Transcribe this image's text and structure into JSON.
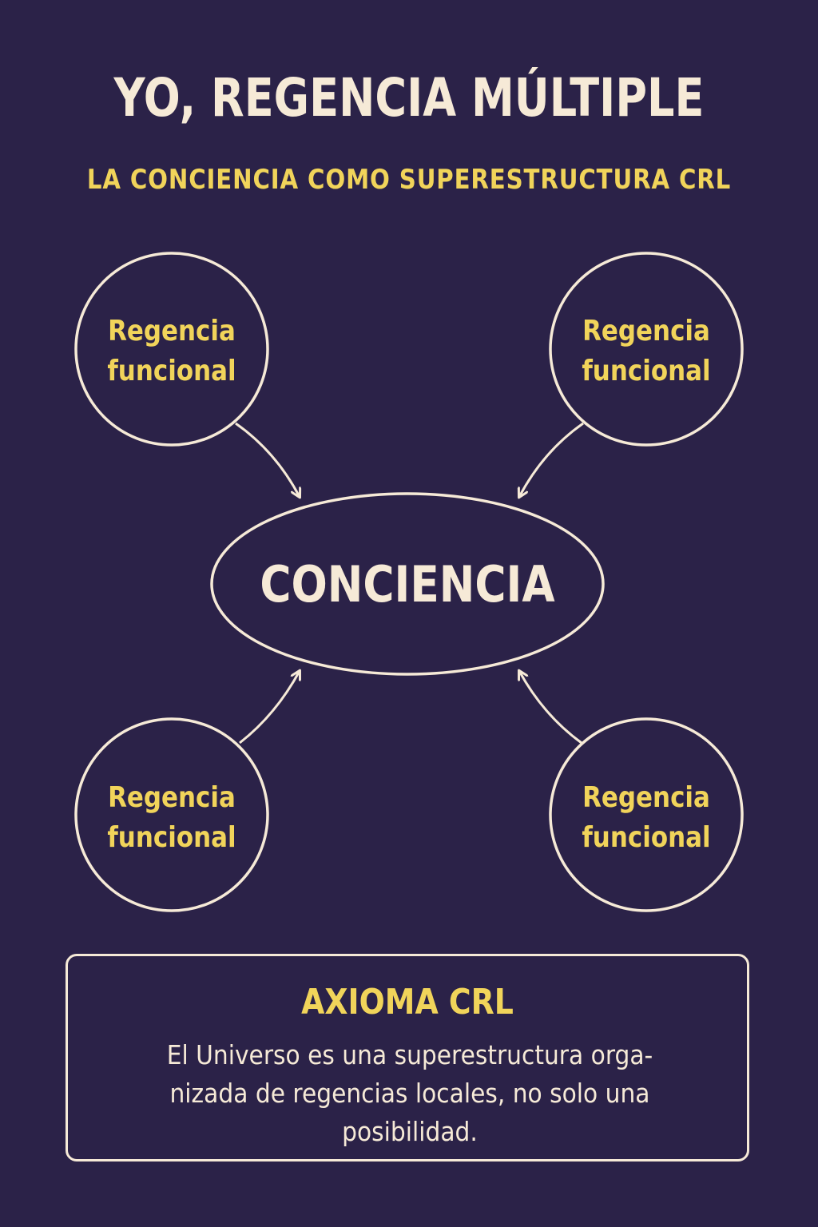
{
  "header": {
    "title": "YO, REGENCIA MÚLTIPLE",
    "subtitle": "LA CONCIENCIA COMO SUPERESTRUCTURA CRL"
  },
  "diagram": {
    "center": "CONCIENCIA",
    "nodes": [
      {
        "line1": "Regencia",
        "line2": "funcional"
      },
      {
        "line1": "Regencia",
        "line2": "funcional"
      },
      {
        "line1": "Regencia",
        "line2": "funcional"
      },
      {
        "line1": "Regencia",
        "line2": "funcional"
      }
    ]
  },
  "axiom": {
    "title": "AXIOMA CRL",
    "text": "El Universo es una superestructura orga-nizada de regencias locales, no solo una posibilidad."
  },
  "colors": {
    "background": "#2b2248",
    "cream": "#f6ead7",
    "yellow": "#f1d45a"
  }
}
